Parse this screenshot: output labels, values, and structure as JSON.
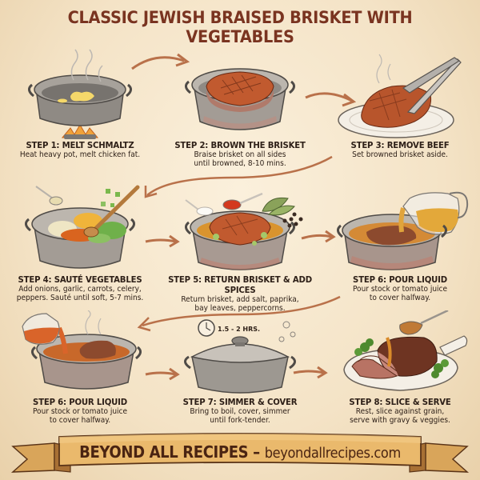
{
  "title": "CLASSIC JEWISH BRAISED BRISKET WITH VEGETABLES",
  "colors": {
    "title": "#7a3420",
    "text": "#2e2018",
    "arrow": "#b9714a",
    "pot": "#8a8580",
    "meat": "#b5552c",
    "banner": "#e6b56a",
    "background": "#f6e7cd"
  },
  "steps": [
    {
      "title": "STEP 1: MELT SCHMALTZ",
      "description": "Heat heavy pot, melt chicken fat.",
      "icon": "pot-with-melting-fat-on-burner"
    },
    {
      "title": "STEP 2: BROWN THE BRISKET",
      "description": "Braise brisket on all sides\nuntil browned, 8-10 mins.",
      "icon": "pot-with-browned-brisket"
    },
    {
      "title": "STEP 3: REMOVE BEEF",
      "description": "Set browned brisket aside.",
      "icon": "tongs-lifting-brisket-onto-plate"
    },
    {
      "title": "STEP 4: SAUTÉ VEGETABLES",
      "description": "Add onions, garlic, carrots, celery,\npeppers. Sauté until soft, 5-7 mins.",
      "icon": "pot-with-vegetables-and-wooden-spoon"
    },
    {
      "title": "STEP 5: RETURN BRISKET & ADD SPICES",
      "description": "Return brisket, add salt, paprika,\nbay leaves, peppercorns.",
      "icon": "pot-with-brisket-and-spices"
    },
    {
      "title": "STEP 6: POUR LIQUID",
      "description": "Pour stock or tomato juice\nto cover halfway.",
      "icon": "pitcher-pouring-stock-into-pot"
    },
    {
      "title": "STEP 6: POUR LIQUID",
      "description": "Pour stock or tomato juice\nto cover halfway.",
      "icon": "pitcher-pouring-tomato-juice-into-pot"
    },
    {
      "title": "STEP 7: SIMMER & COVER",
      "description": "Bring to boil, cover, simmer\nuntil fork-tender.",
      "icon": "covered-pot-with-clock",
      "timer_label": "1.5 - 2 HRS."
    },
    {
      "title": "STEP 8: SLICE & SERVE",
      "description": "Rest, slice against grain,\nserve with gravy & veggies.",
      "icon": "sliced-brisket-with-gravy-ladle"
    }
  ],
  "footer": {
    "brand": "BEYOND ALL RECIPES",
    "separator": " – ",
    "url": "beyondallrecipes.com"
  }
}
